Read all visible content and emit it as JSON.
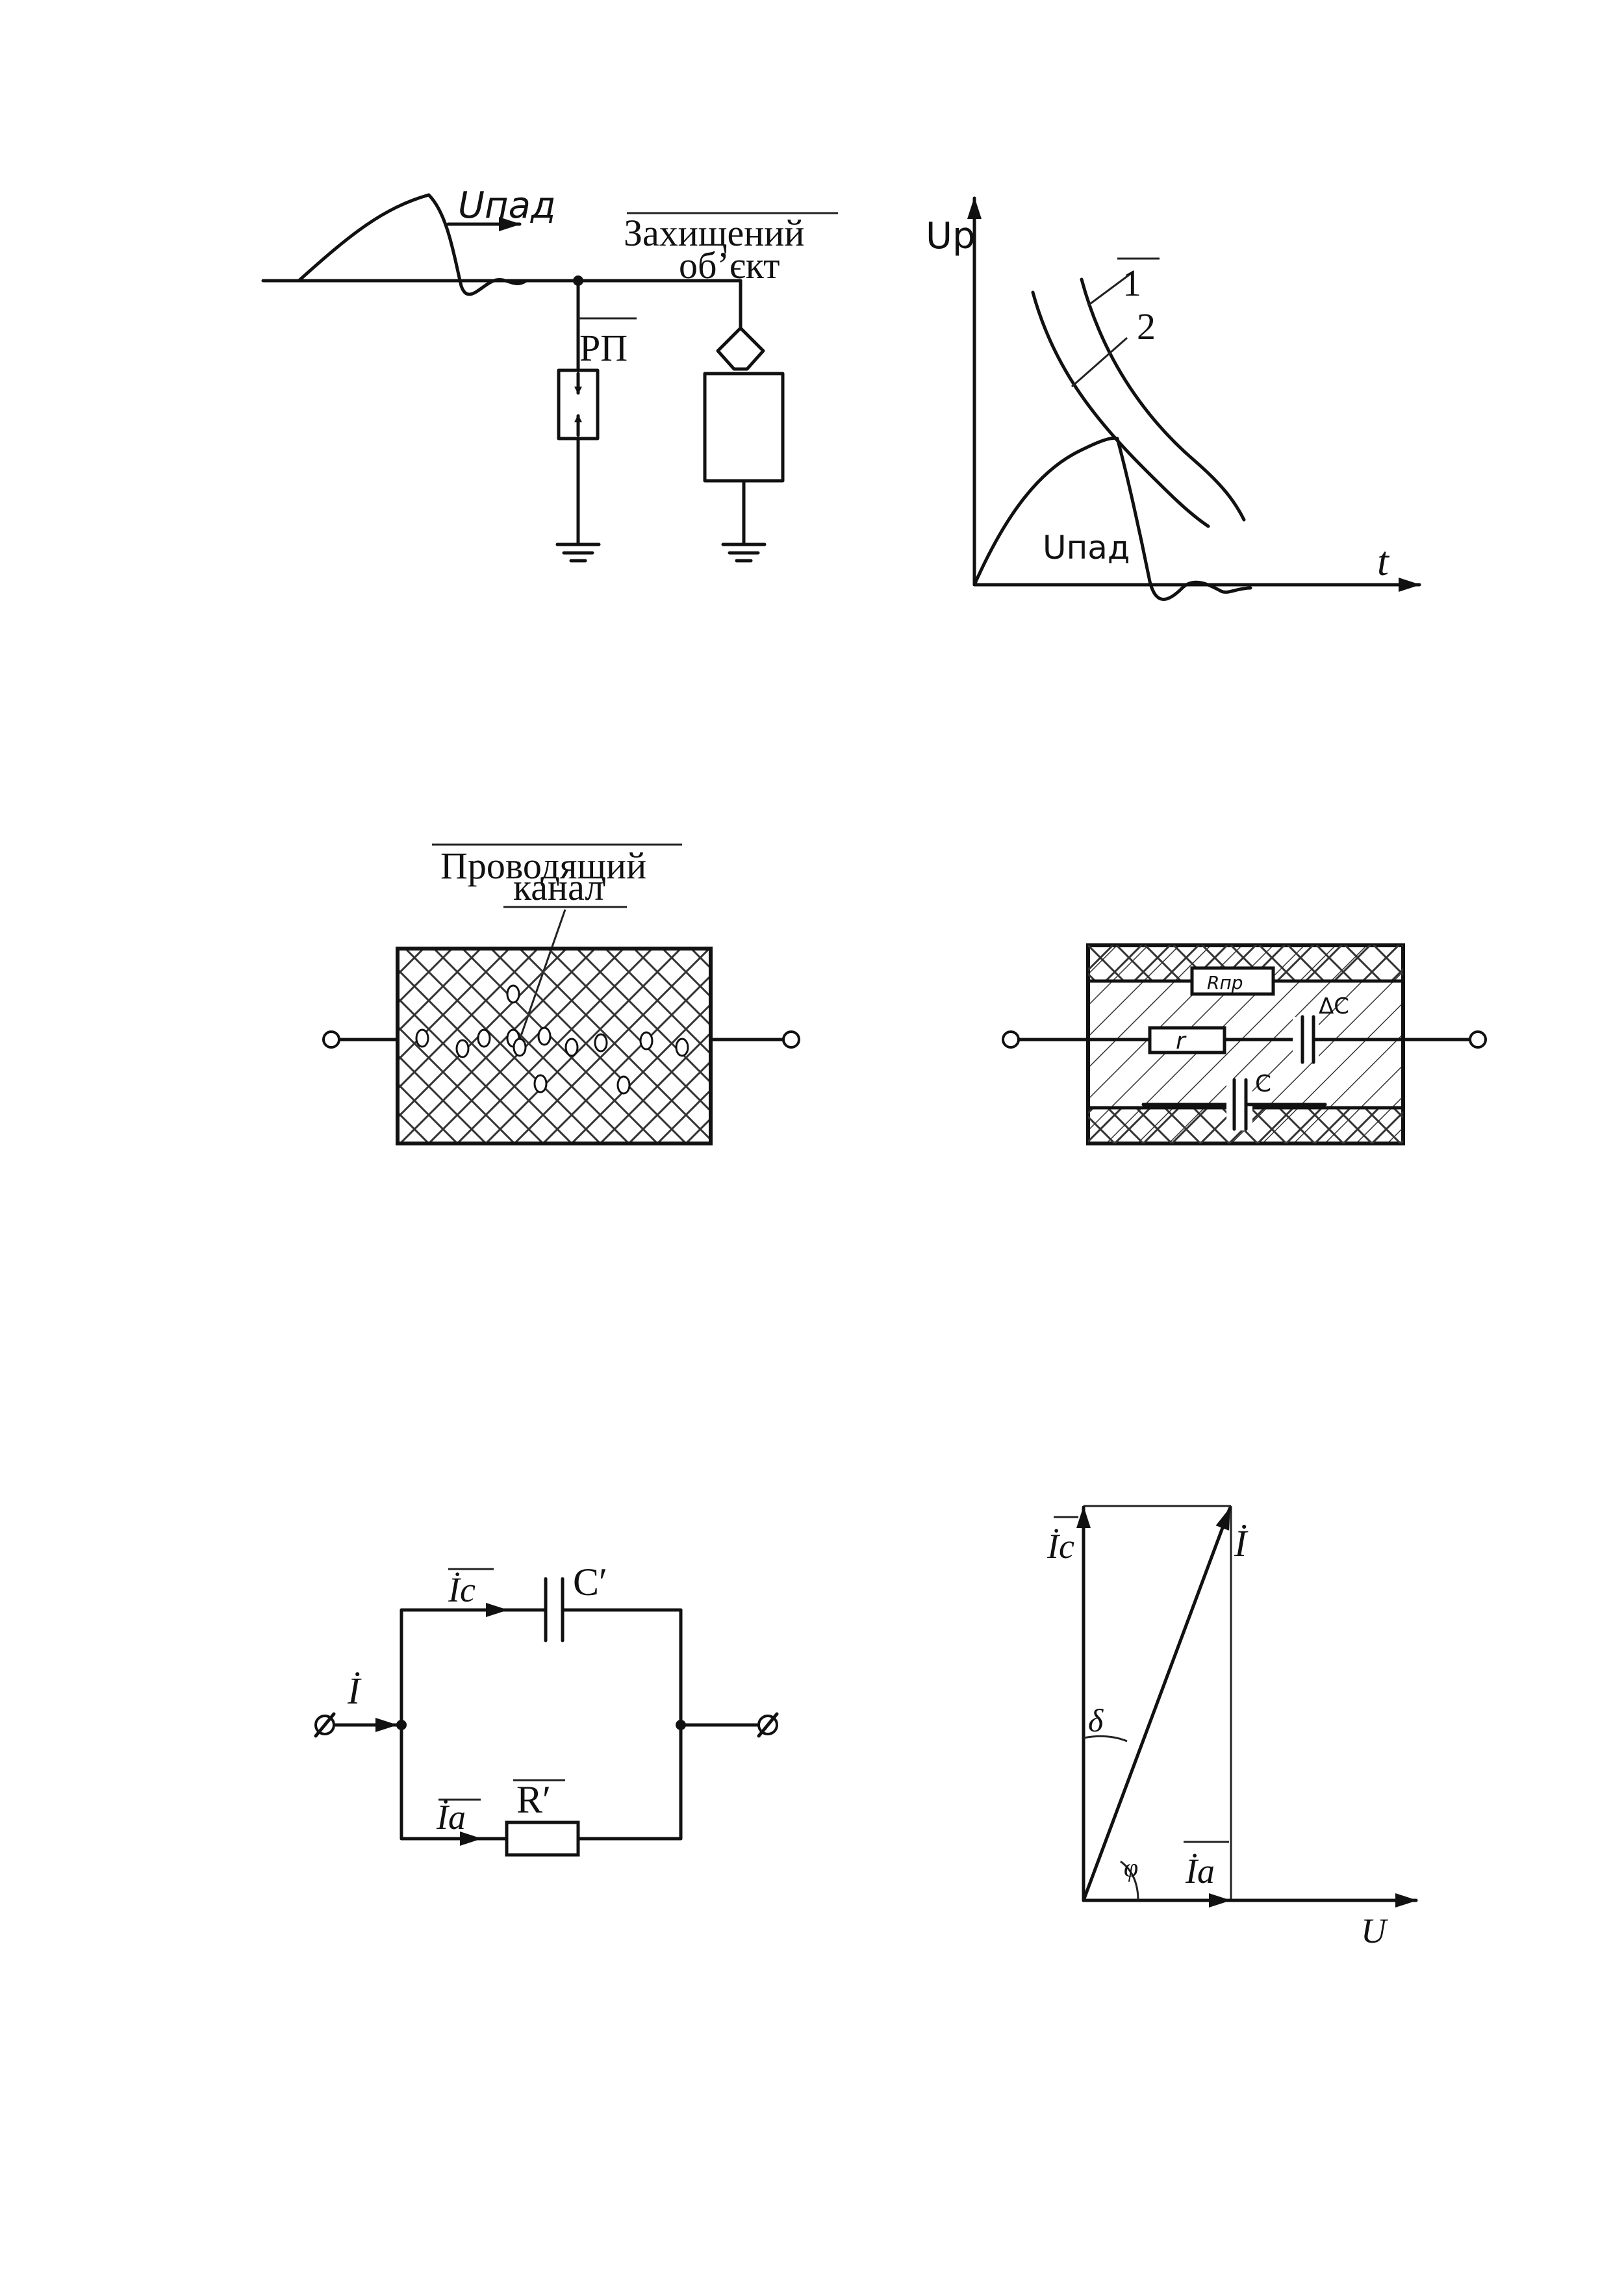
{
  "fig_surge": {
    "wave_label": "Uпад",
    "object_label_line1": "Захищений",
    "object_label_line2": "об’єкт",
    "arrester_label": "РП"
  },
  "fig_voltage_time": {
    "y_label": "Uр",
    "x_label": "t",
    "curve1_label": "1",
    "curve2_label": "2",
    "wave_label": "Uпад"
  },
  "fig_channel": {
    "label_line1": "Проводящий",
    "label_line2": "канал"
  },
  "fig_equivalent": {
    "r_pr_label": "Rпр",
    "r_label": "r",
    "dc_label": "ΔC",
    "c_label": "C"
  },
  "fig_parallel": {
    "current_total": "İ",
    "current_c": "İc",
    "cap_label": "C′",
    "current_a": "İa",
    "res_label": "R′"
  },
  "fig_phasor": {
    "ic_label": "İc",
    "i_label": "İ",
    "ia_label": "İa",
    "u_label": "U",
    "delta_label": "δ",
    "phi_label": "φ"
  }
}
